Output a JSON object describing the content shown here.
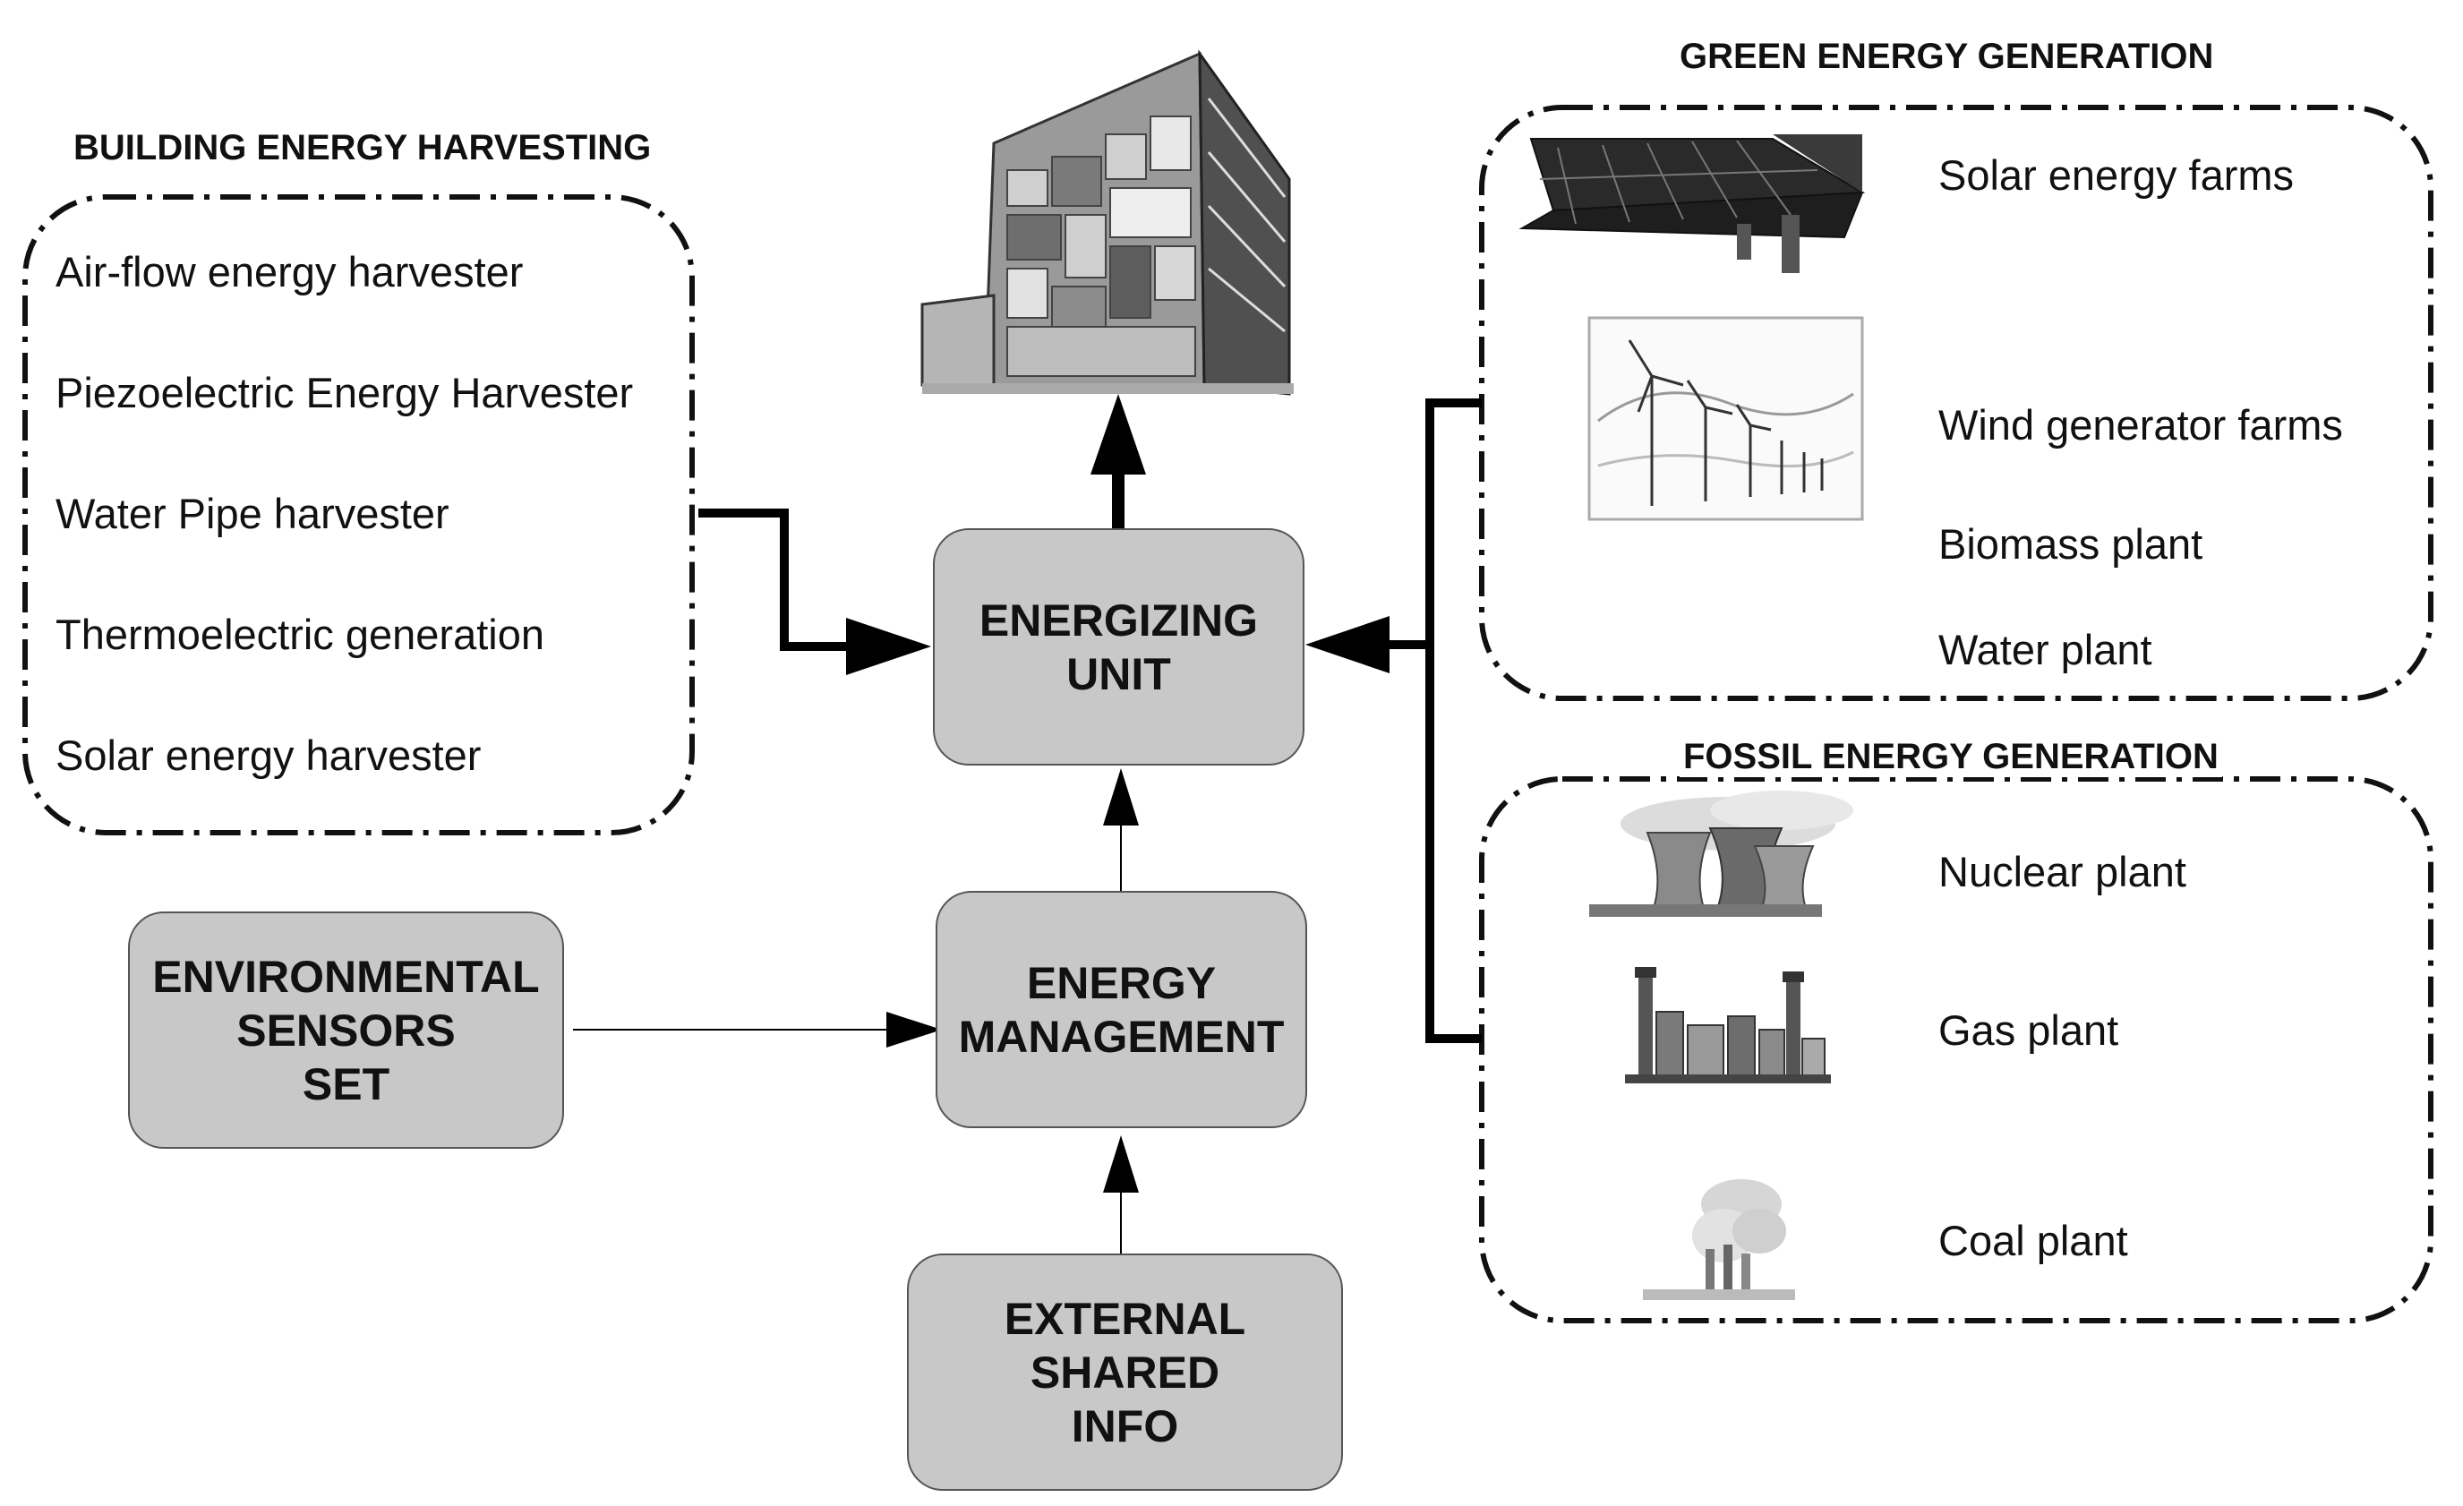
{
  "sections": {
    "building": {
      "title": "BUILDING ENERGY HARVESTING",
      "items": [
        "Air-flow energy harvester",
        "Piezoelectric Energy Harvester",
        "Water Pipe harvester",
        "Thermoelectric generation",
        "Solar energy harvester"
      ]
    },
    "green": {
      "title": "GREEN ENERGY GENERATION",
      "items": [
        "Solar energy farms",
        "Wind generator farms",
        "Biomass plant",
        "Water plant"
      ]
    },
    "fossil": {
      "title": "FOSSIL ENERGY GENERATION",
      "items": [
        "Nuclear plant",
        "Gas plant",
        "Coal plant"
      ]
    }
  },
  "boxes": {
    "energizing_unit": {
      "lines": [
        "ENERGIZING",
        "UNIT"
      ]
    },
    "energy_management": {
      "lines": [
        "ENERGY",
        "MANAGEMENT"
      ]
    },
    "environmental_sensors": {
      "lines": [
        "ENVIRONMENTAL",
        "SENSORS",
        "SET"
      ]
    },
    "external_shared_info": {
      "lines": [
        "EXTERNAL",
        "SHARED",
        "INFO"
      ]
    }
  },
  "icons": {
    "building": "building-icon",
    "solar": "solar-panel-icon",
    "wind": "wind-turbine-icon",
    "nuclear": "nuclear-plant-icon",
    "gas": "gas-plant-icon",
    "coal": "coal-plant-icon"
  }
}
